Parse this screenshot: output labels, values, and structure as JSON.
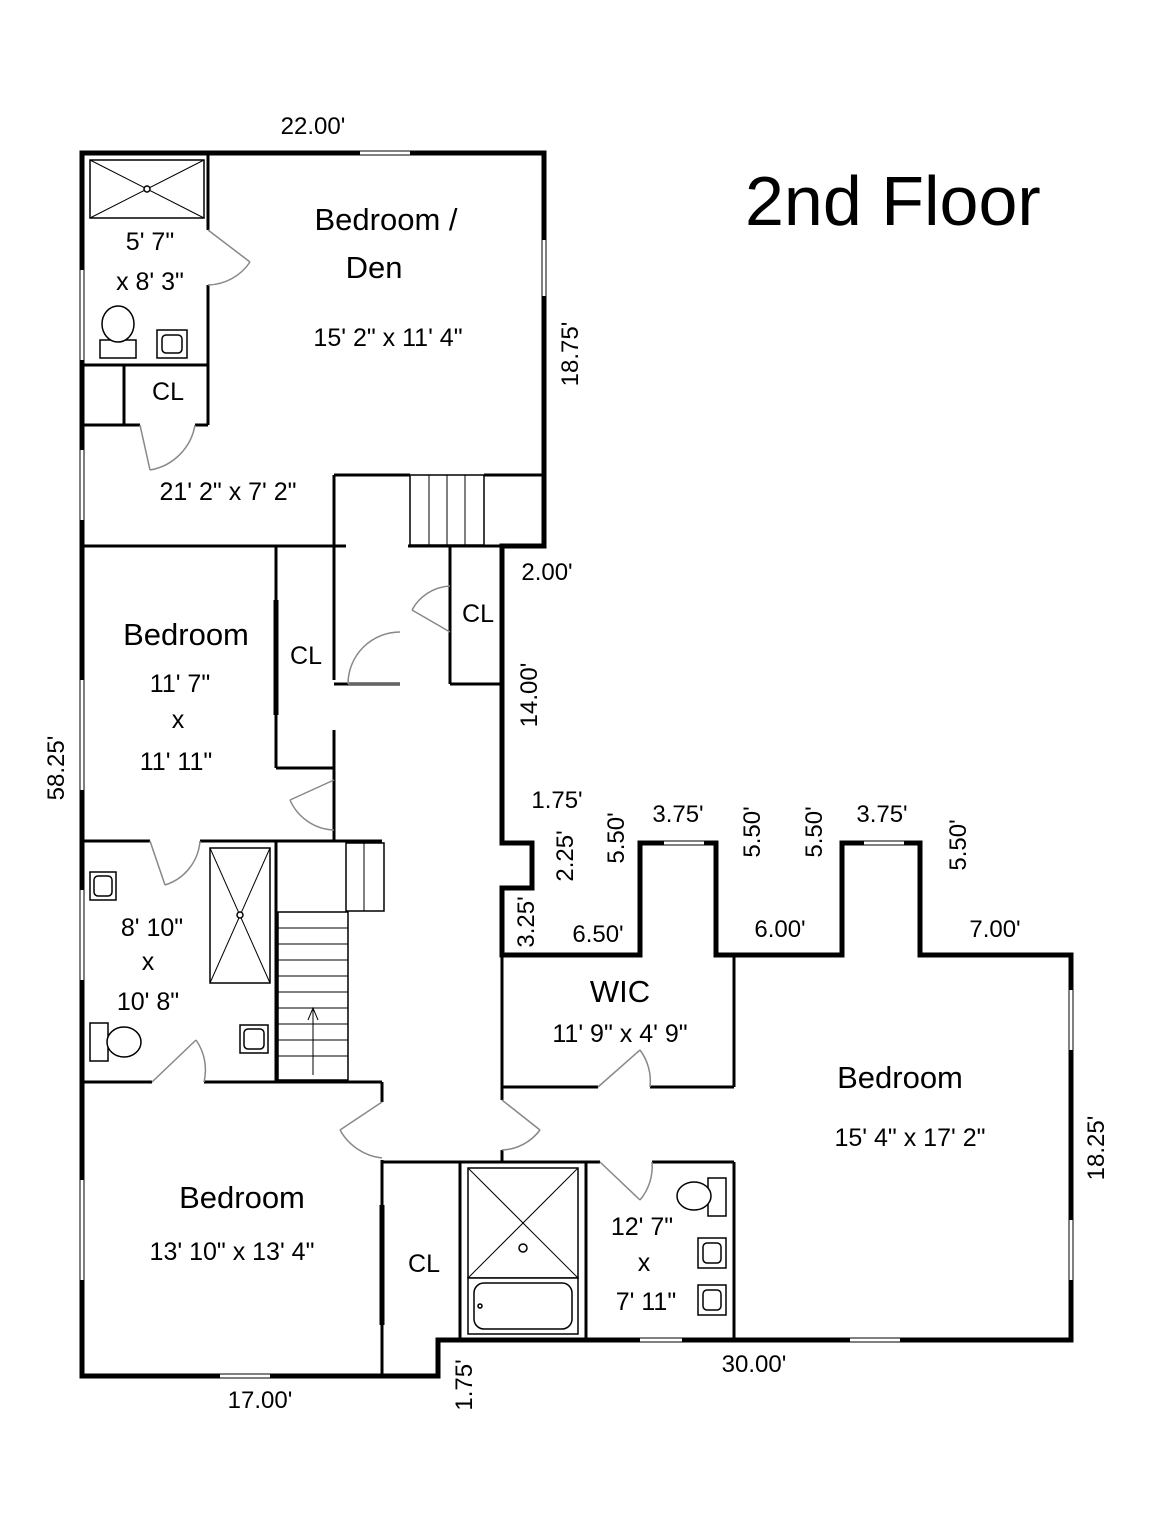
{
  "title": "2nd Floor",
  "rooms": {
    "bedroom_den_name_1": "Bedroom /",
    "bedroom_den_name_2": "Den",
    "bedroom_den_size": "15' 2\" x 11' 4\"",
    "bath_top_size_1": "5' 7\"",
    "bath_top_size_2": "x 8' 3\"",
    "closet_top": "CL",
    "hall_top_size": "21' 2\" x 7' 2\"",
    "bedroom_mid_name": "Bedroom",
    "bedroom_mid_size_1": "11' 7\"",
    "bedroom_mid_size_2": "x",
    "bedroom_mid_size_3": "11' 11\"",
    "closet_mid": "CL",
    "closet_hall": "CL",
    "bath_mid_size_1": "8' 10\"",
    "bath_mid_size_2": "x",
    "bath_mid_size_3": "10' 8\"",
    "bedroom_bottom_name": "Bedroom",
    "bedroom_bottom_size": "13' 10\" x 13' 4\"",
    "closet_bottom": "CL",
    "wic_name": "WIC",
    "wic_size": "11' 9\" x 4' 9\"",
    "master_name": "Bedroom",
    "master_size": "15' 4\" x 17' 2\"",
    "master_bath_size_1": "12' 7\"",
    "master_bath_size_2": "x",
    "master_bath_size_3": "7' 11\""
  },
  "dimensions": {
    "top": "22.00'",
    "right_upper": "18.75'",
    "step_2": "2.00'",
    "right_mid": "14.00'",
    "left": "58.25'",
    "jog_175": "1.75'",
    "jog_225": "2.25'",
    "jog_325": "3.25'",
    "bump_650": "6.50'",
    "bump1_side_a": "5.50'",
    "bump1_top": "3.75'",
    "bump1_side_b": "5.50'",
    "gap_600": "6.00'",
    "bump2_side_a": "5.50'",
    "bump2_top": "3.75'",
    "bump2_side_b": "5.50'",
    "seg_700": "7.00'",
    "right_lower": "18.25'",
    "bottom_right": "30.00'",
    "bottom_step": "1.75'",
    "bottom_left": "17.00'"
  }
}
